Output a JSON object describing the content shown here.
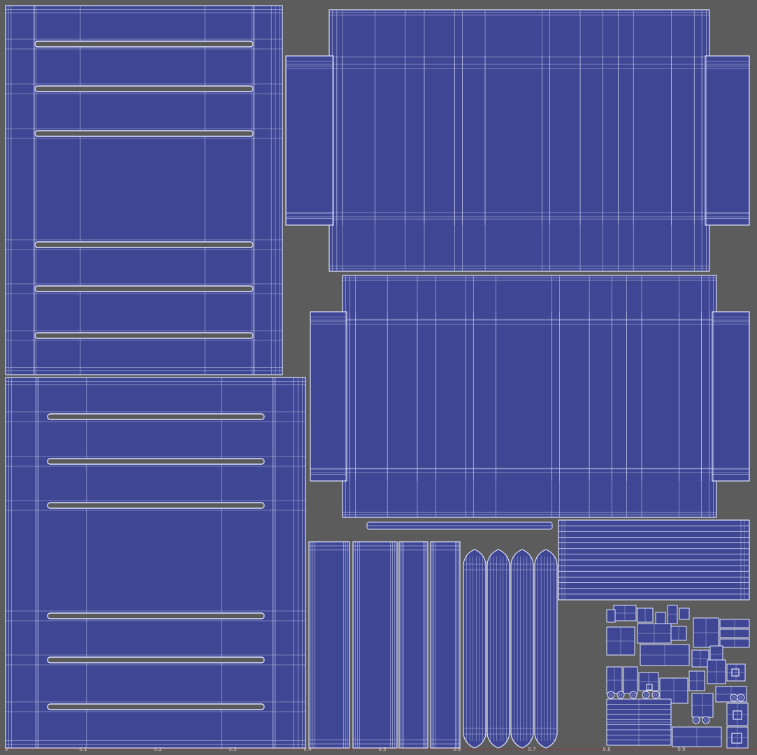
{
  "colors": {
    "background": "#5c5c5c",
    "shell_fill": "#3f4794",
    "wire": "#dfe3ff",
    "slot_fill": "#5a5a5a",
    "axis_line": "#8a3a3a"
  },
  "axis_labels": [
    "0",
    "0.1",
    "0.2",
    "0.3",
    "0.4",
    "0.5",
    "0.6",
    "0.7",
    "0.8",
    "0.9"
  ]
}
